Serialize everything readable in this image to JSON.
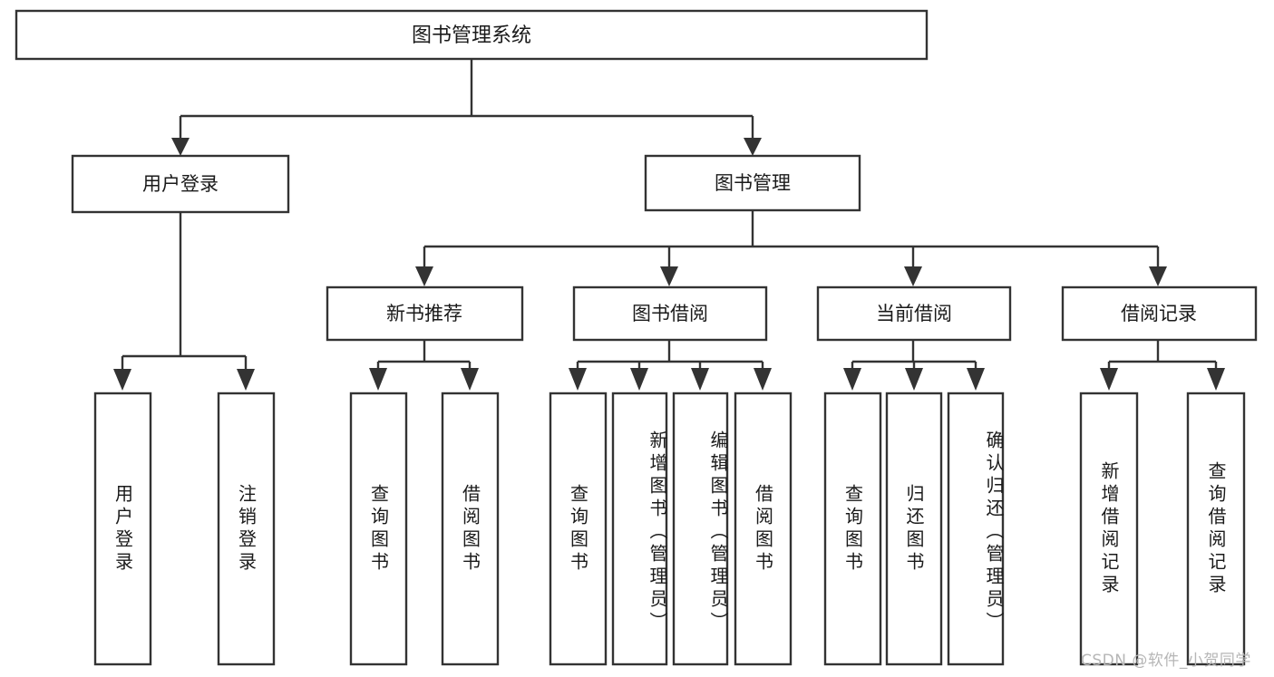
{
  "diagram": {
    "type": "tree-hierarchy",
    "orientation": "top-down",
    "root": {
      "label": "图书管理系统"
    },
    "level1": [
      {
        "label": "用户登录"
      },
      {
        "label": "图书管理"
      }
    ],
    "level2": [
      {
        "label": "新书推荐"
      },
      {
        "label": "图书借阅"
      },
      {
        "label": "当前借阅"
      },
      {
        "label": "借阅记录"
      }
    ],
    "leaves": [
      {
        "label": "用户登录"
      },
      {
        "label": "注销登录"
      },
      {
        "label": "查询图书"
      },
      {
        "label": "借阅图书"
      },
      {
        "label": "查询图书"
      },
      {
        "label": "新增图书（管理员）"
      },
      {
        "label": "编辑图书（管理员）"
      },
      {
        "label": "借阅图书"
      },
      {
        "label": "查询图书"
      },
      {
        "label": "归还图书"
      },
      {
        "label": "确认归还（管理员）"
      },
      {
        "label": "新增借阅记录"
      },
      {
        "label": "查询借阅记录"
      }
    ],
    "colors": {
      "background": "#ffffff",
      "box_fill": "#ffffff",
      "stroke": "#333333",
      "text": "#1a1a1a",
      "watermark": "#b6b6b6"
    }
  },
  "watermark": {
    "text": "CSDN @软件_小贺同学"
  }
}
